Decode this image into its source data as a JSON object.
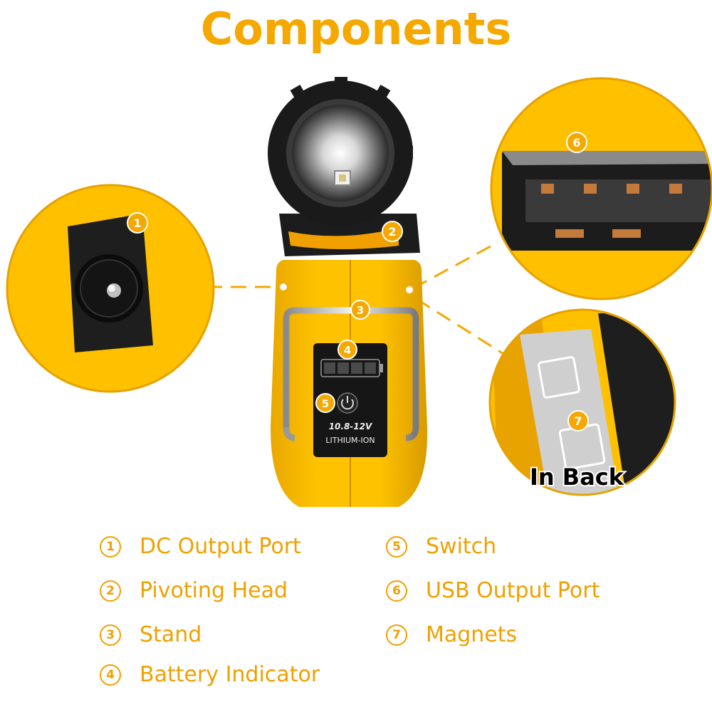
{
  "title": "Components",
  "callouts": {
    "c1": "1",
    "c2": "2",
    "c3": "3",
    "c4": "4",
    "c5": "5",
    "c6": "6",
    "c7": "7"
  },
  "product": {
    "voltage": "10.8-12V",
    "chemistry": "LITHIUM-ION"
  },
  "in_back_label": "In Back",
  "legend": [
    {
      "num": "1",
      "label": "DC Output Port"
    },
    {
      "num": "2",
      "label": "Pivoting Head"
    },
    {
      "num": "3",
      "label": "Stand"
    },
    {
      "num": "4",
      "label": "Battery Indicator"
    },
    {
      "num": "5",
      "label": "Switch"
    },
    {
      "num": "6",
      "label": "USB Output Port"
    },
    {
      "num": "7",
      "label": "Magnets"
    }
  ],
  "colors": {
    "accent": "#f5a800",
    "body_yellow": "#ffc000",
    "dark": "#1a1a1a"
  }
}
